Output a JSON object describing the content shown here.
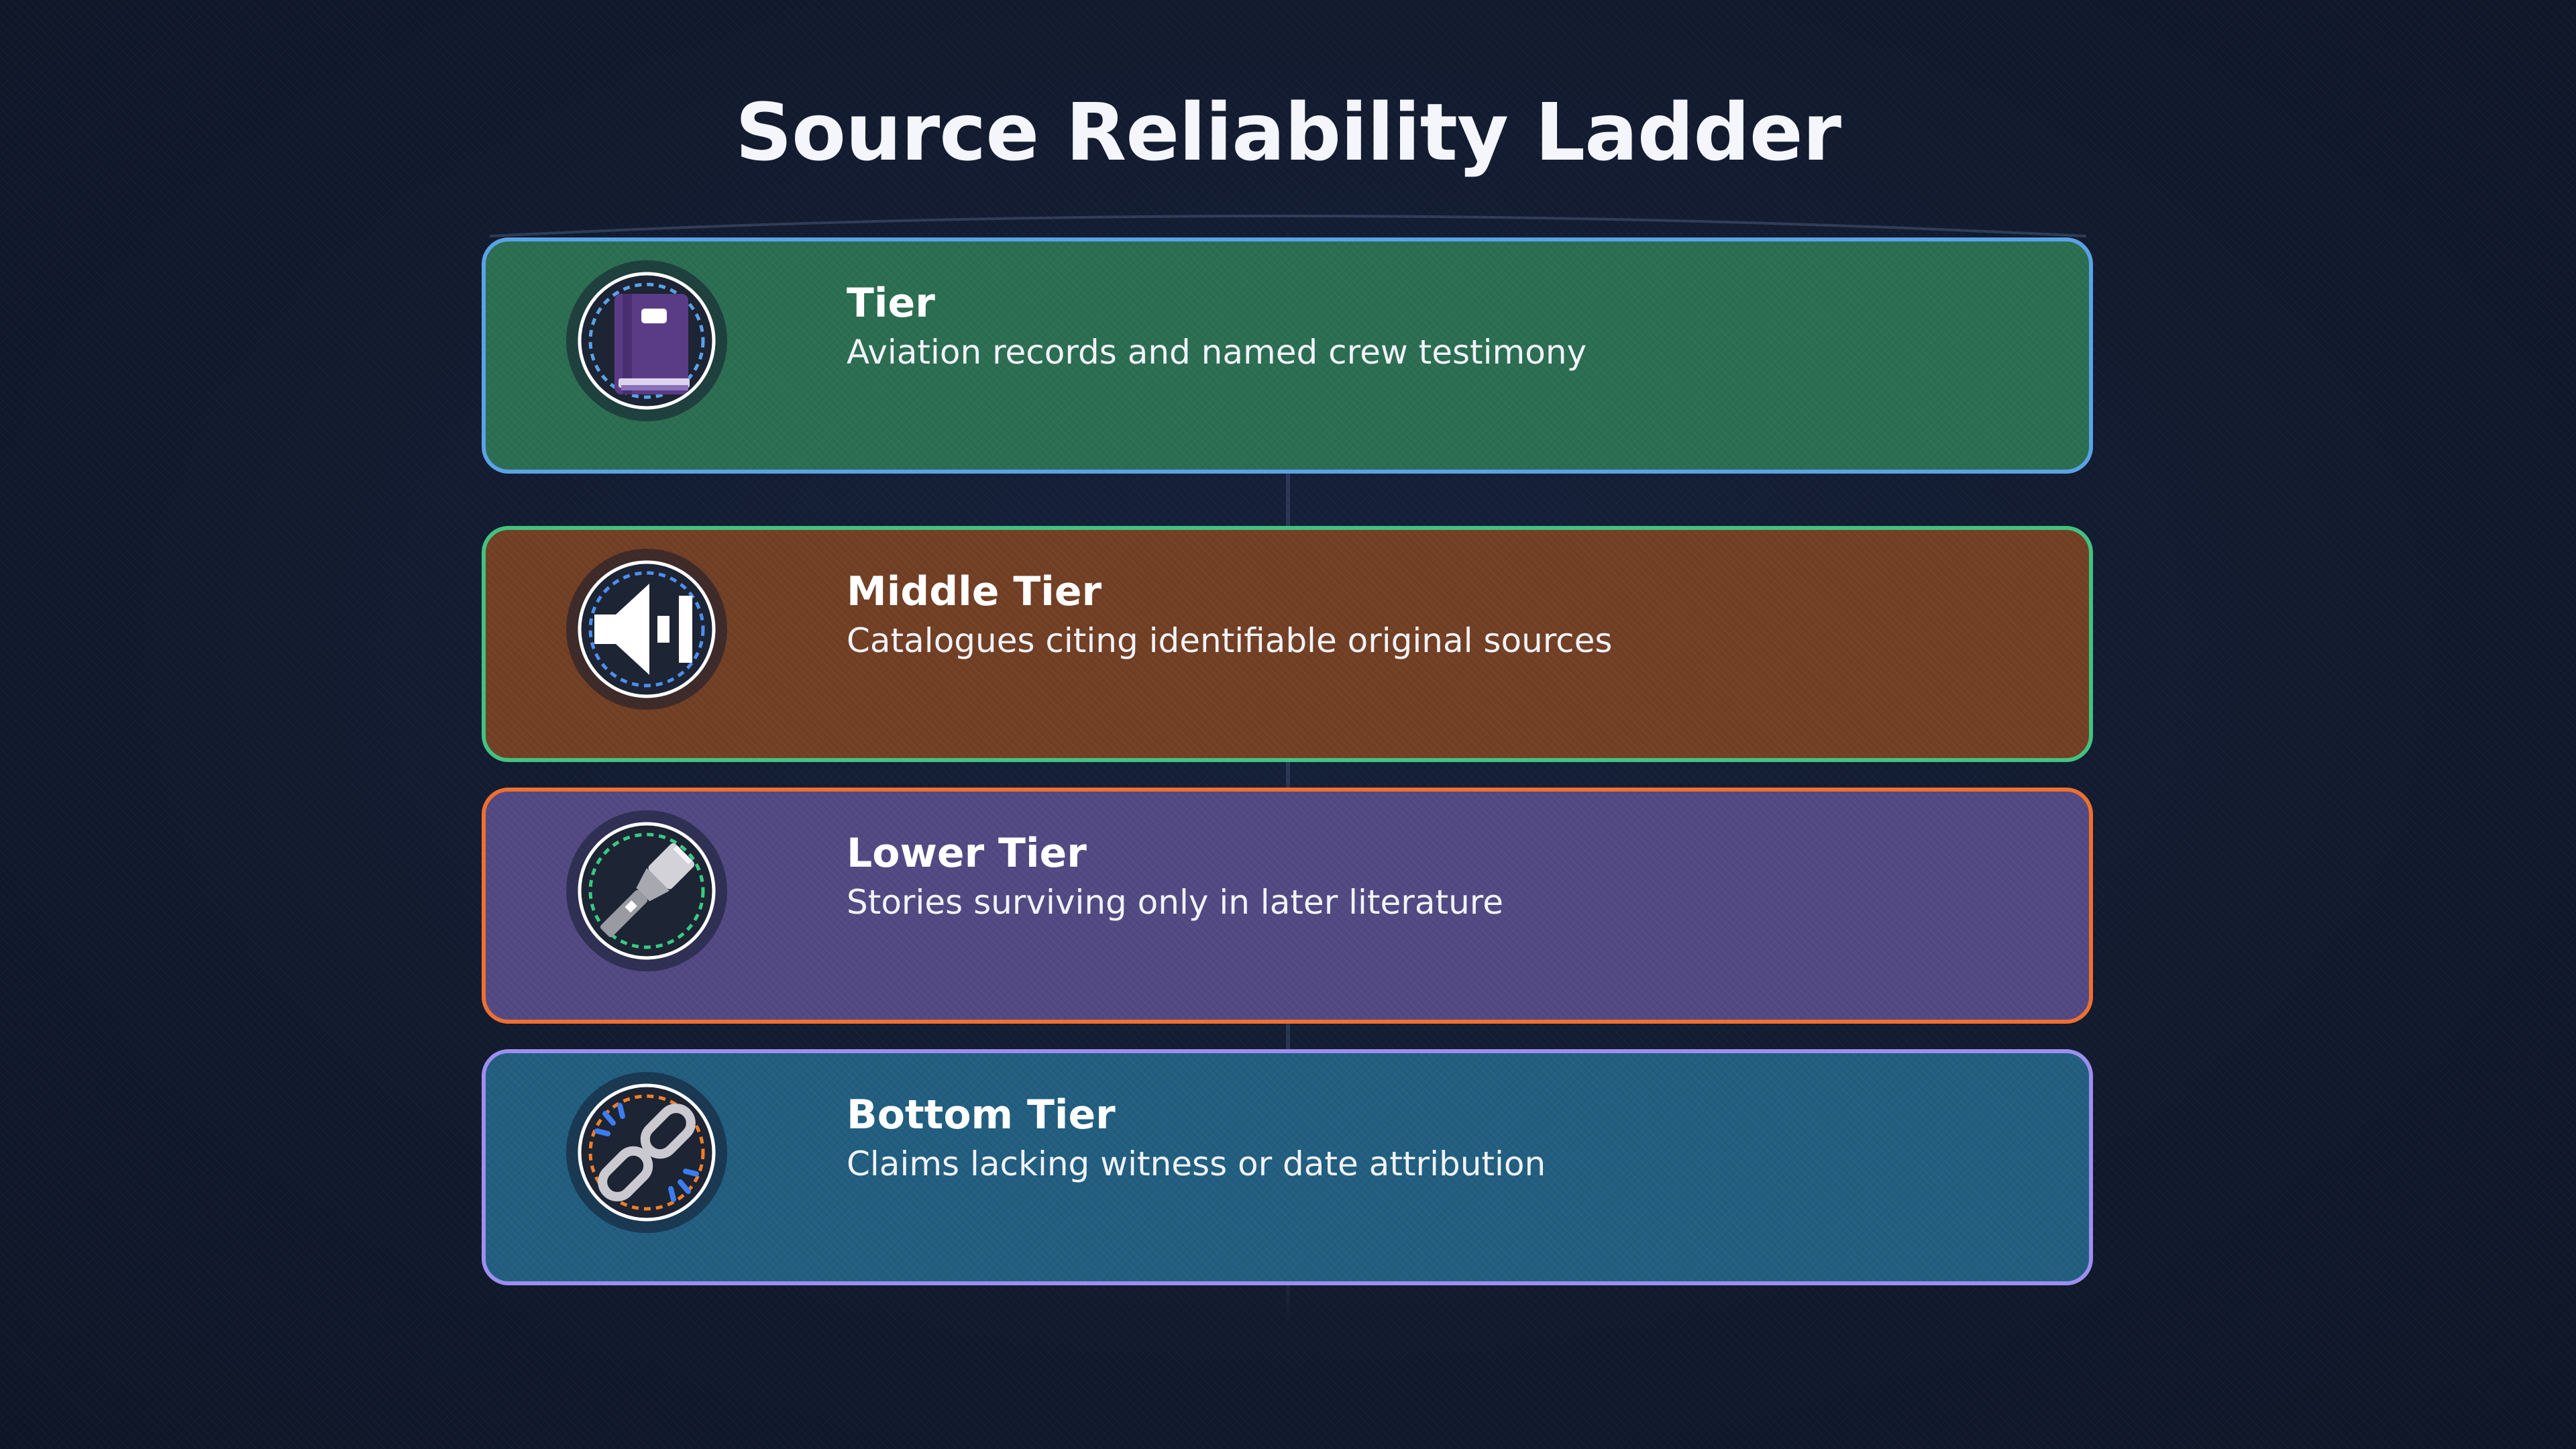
{
  "title": "Source Reliability Ladder",
  "tiers": [
    {
      "name": "Tier",
      "description": "Aviation records and named crew testimony",
      "icon": "book-icon",
      "fill": "#2b6e52",
      "border": "#5aa2e6",
      "ring": "#5aa2e6"
    },
    {
      "name": "Middle Tier",
      "description": "Catalogues citing identifiable original sources",
      "icon": "speaker-icon",
      "fill": "#723f24",
      "border": "#41c37f",
      "ring": "#4d8ff0"
    },
    {
      "name": "Lower Tier",
      "description": "Stories surviving only in later literature",
      "icon": "flashlight-icon",
      "fill": "#524983",
      "border": "#ef6f2f",
      "ring": "#3ac983"
    },
    {
      "name": "Bottom Tier",
      "description": "Claims lacking witness or date attribution",
      "icon": "broken-link-icon",
      "fill": "#215e80",
      "border": "#9d8ef0",
      "ring": "#f07f2a"
    }
  ]
}
